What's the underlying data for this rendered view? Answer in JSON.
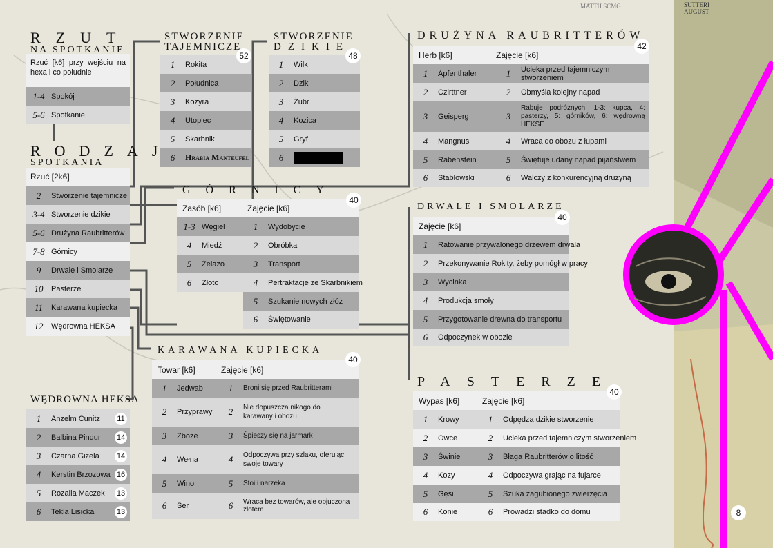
{
  "colors": {
    "magenta": "#ff00ff",
    "row_dark": "#a8a8a8",
    "row_light": "#d9d9d9",
    "connector": "#555555"
  },
  "rzut": {
    "title_line1": "Rzut",
    "title_line2": "na spotkanie",
    "intro": "Rzuć [k6] przy wejściu na hexa i co południe",
    "rows": [
      {
        "n": "1-4",
        "t": "Spokój"
      },
      {
        "n": "5-6",
        "t": "Spotkanie"
      }
    ]
  },
  "rodzaj": {
    "title_line1": "Rodzaj",
    "title_line2": "spotkania",
    "colhead": "Rzuć [2k6]",
    "rows": [
      {
        "n": "2",
        "t": "Stworzenie tajemnicze"
      },
      {
        "n": "3-4",
        "t": "Stworzenie dzikie"
      },
      {
        "n": "5-6",
        "t": "Drużyna Raubritterów"
      },
      {
        "n": "7-8",
        "t": "Górnicy"
      },
      {
        "n": "9",
        "t": "Drwale i Smolarze"
      },
      {
        "n": "10",
        "t": "Pasterze"
      },
      {
        "n": "11",
        "t": "Karawana kupiecka"
      },
      {
        "n": "12",
        "t": "Wędrowna HEKSA"
      }
    ]
  },
  "wedrowna": {
    "title": "Wędrowna HEKSA",
    "rows": [
      {
        "n": "1",
        "t": "Anzelm Cunitz",
        "v": "11"
      },
      {
        "n": "2",
        "t": "Balbina Pindur",
        "v": "14"
      },
      {
        "n": "3",
        "t": "Czarna Gizela",
        "v": "14"
      },
      {
        "n": "4",
        "t": "Kerstin Brzozowa",
        "v": "16"
      },
      {
        "n": "5",
        "t": "Rozalia Maczek",
        "v": "13"
      },
      {
        "n": "6",
        "t": "Tekla Lisicka",
        "v": "13"
      }
    ]
  },
  "tajemnicze": {
    "title_line1": "Stworzenie",
    "title_line2": "Tajemnicze",
    "badge": "52",
    "rows": [
      {
        "n": "1",
        "t": "Rokita"
      },
      {
        "n": "2",
        "t": "Południca"
      },
      {
        "n": "3",
        "t": "Kozyra"
      },
      {
        "n": "4",
        "t": "Utopiec"
      },
      {
        "n": "5",
        "t": "Skarbnik"
      },
      {
        "n": "6",
        "t": "Hrabia Manteufel"
      }
    ]
  },
  "dzikie": {
    "title_line1": "Stworzenie",
    "title_line2": "Dzikie",
    "badge": "48",
    "rows": [
      {
        "n": "1",
        "t": "Wilk"
      },
      {
        "n": "2",
        "t": "Dzik"
      },
      {
        "n": "3",
        "t": "Żubr"
      },
      {
        "n": "4",
        "t": "Kozica"
      },
      {
        "n": "5",
        "t": "Gryf"
      },
      {
        "n": "6",
        "t": ""
      }
    ]
  },
  "gornicy": {
    "title": "Górnicy",
    "badge": "40",
    "colhead1": "Zasób [k6]",
    "colhead2": "Zajęcie [k6]",
    "left": [
      {
        "n": "1-3",
        "t": "Węgiel"
      },
      {
        "n": "4",
        "t": "Miedź"
      },
      {
        "n": "5",
        "t": "Żelazo"
      },
      {
        "n": "6",
        "t": "Złoto"
      }
    ],
    "right": [
      {
        "n": "1",
        "t": "Wydobycie"
      },
      {
        "n": "2",
        "t": "Obróbka"
      },
      {
        "n": "3",
        "t": "Transport"
      },
      {
        "n": "4",
        "t": "Pertraktacje ze Skarbnikiem"
      },
      {
        "n": "5",
        "t": "Szukanie nowych złóż"
      },
      {
        "n": "6",
        "t": "Świętowanie"
      }
    ]
  },
  "druzyna": {
    "title": "Drużyna Raubritterów",
    "badge": "42",
    "colhead1": "Herb [k6]",
    "colhead2": "Zajęcie [k6]",
    "rows": [
      {
        "n": "1",
        "a": "Apfenthaler",
        "m": "1",
        "b": "Ucieka przed tajemniczym stworzeniem"
      },
      {
        "n": "2",
        "a": "Czirttner",
        "m": "2",
        "b": "Obmyśla kolejny napad"
      },
      {
        "n": "3",
        "a": "Geisperg",
        "m": "3",
        "b": "Rabuje podróżnych: 1-3: kupca, 4: pasterzy, 5: górników, 6: wędrowną HEKSE"
      },
      {
        "n": "4",
        "a": "Mangnus",
        "m": "4",
        "b": "Wraca do obozu z łupami"
      },
      {
        "n": "5",
        "a": "Rabenstein",
        "m": "5",
        "b": "Świętuje udany napad pijaństwem"
      },
      {
        "n": "6",
        "a": "Stablowski",
        "m": "6",
        "b": "Walczy z konkurencyjną drużyną"
      }
    ]
  },
  "drwale": {
    "title": "Drwale i smolarze",
    "badge": "40",
    "colhead": "Zajęcie [k6]",
    "rows": [
      {
        "n": "1",
        "t": "Ratowanie przywalonego drzewem drwala"
      },
      {
        "n": "2",
        "t": "Przekonywanie Rokity, żeby pomógł w pracy"
      },
      {
        "n": "3",
        "t": "Wycinka"
      },
      {
        "n": "4",
        "t": "Produkcja smoły"
      },
      {
        "n": "5",
        "t": "Przygotowanie drewna do transportu"
      },
      {
        "n": "6",
        "t": "Odpoczynek w obozie"
      }
    ]
  },
  "karawana": {
    "title": "Karawana kupiecka",
    "badge": "40",
    "colhead1": "Towar [k6]",
    "colhead2": "Zajęcie [k6]",
    "rows": [
      {
        "n": "1",
        "a": "Jedwab",
        "m": "1",
        "b": "Broni się przed Raubritterami"
      },
      {
        "n": "2",
        "a": "Przyprawy",
        "m": "2",
        "b": "Nie dopuszcza nikogo do karawany i obozu"
      },
      {
        "n": "3",
        "a": "Zboże",
        "m": "3",
        "b": "Śpieszy się na jarmark"
      },
      {
        "n": "4",
        "a": "Wełna",
        "m": "4",
        "b": "Odpoczywa przy szlaku, oferując swoje towary"
      },
      {
        "n": "5",
        "a": "Wino",
        "m": "5",
        "b": "Stoi i narzeka"
      },
      {
        "n": "6",
        "a": "Ser",
        "m": "6",
        "b": "Wraca bez towarów, ale objuczona złotem"
      }
    ]
  },
  "pasterze": {
    "title": "Pasterze",
    "badge": "40",
    "colhead1": "Wypas [k6]",
    "colhead2": "Zajęcie [k6]",
    "rows": [
      {
        "n": "1",
        "a": "Krowy",
        "m": "1",
        "b": "Odpędza dzikie stworzenie"
      },
      {
        "n": "2",
        "a": "Owce",
        "m": "2",
        "b": "Ucieka przed tajemniczym stworzeniem"
      },
      {
        "n": "3",
        "a": "Świnie",
        "m": "3",
        "b": "Błaga Raubritterów o litość"
      },
      {
        "n": "4",
        "a": "Kozy",
        "m": "4",
        "b": "Odpoczywa grając na fujarce"
      },
      {
        "n": "5",
        "a": "Gęsi",
        "m": "5",
        "b": "Szuka zagubionego zwierzęcia"
      },
      {
        "n": "6",
        "a": "Konie",
        "m": "6",
        "b": "Prowadzi stadko do domu"
      }
    ]
  },
  "map_labels": {
    "top_right_1": "SUTTERI",
    "top_right_2": "AUGUST",
    "top_center": "MATTH SCMG"
  },
  "page_number": "8"
}
